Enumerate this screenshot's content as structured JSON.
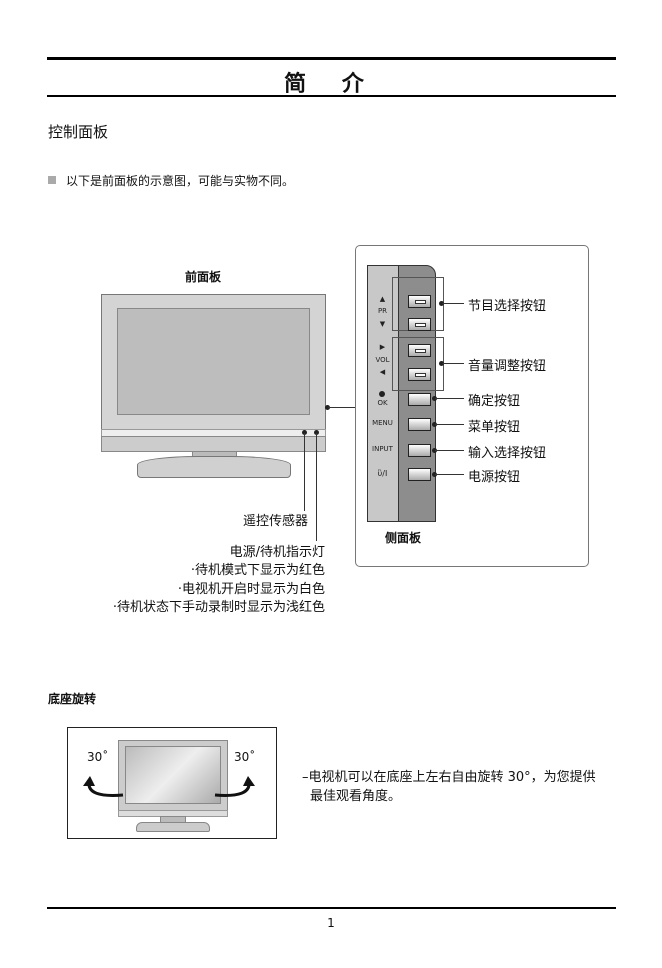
{
  "header": {
    "title": "简 介"
  },
  "section1": {
    "heading": "控制面板",
    "note": "以下是前面板的示意图，可能与实物不同。"
  },
  "front_panel": {
    "label": "前面板",
    "remote_sensor": "遥控传感器",
    "indicator": "电源/待机指示灯",
    "indicator_notes": [
      "·待机模式下显示为红色",
      "·电视机开启时显示为白色",
      "·待机状态下手动录制时显示为浅红色"
    ]
  },
  "side_panel": {
    "label": "侧面板",
    "markings": {
      "up": "▲",
      "pr": "PR",
      "down": "▼",
      "right": "▶",
      "vol": "VOL",
      "left": "◀",
      "ok": "OK",
      "menu": "MENU",
      "input": "INPUT",
      "power": "ὒ/I"
    },
    "callouts": [
      "节目选择按钮",
      "音量调整按钮",
      "确定按钮",
      "菜单按钮",
      "输入选择按钮",
      "电源按钮"
    ]
  },
  "section2": {
    "heading": "底座旋转",
    "angle_left": "30˚",
    "angle_right": "30˚",
    "desc_line1": "–电视机可以在底座上左右自由旋转 30°，为您提供",
    "desc_line2": "最佳观看角度。"
  },
  "footer": {
    "page_number": "1"
  }
}
